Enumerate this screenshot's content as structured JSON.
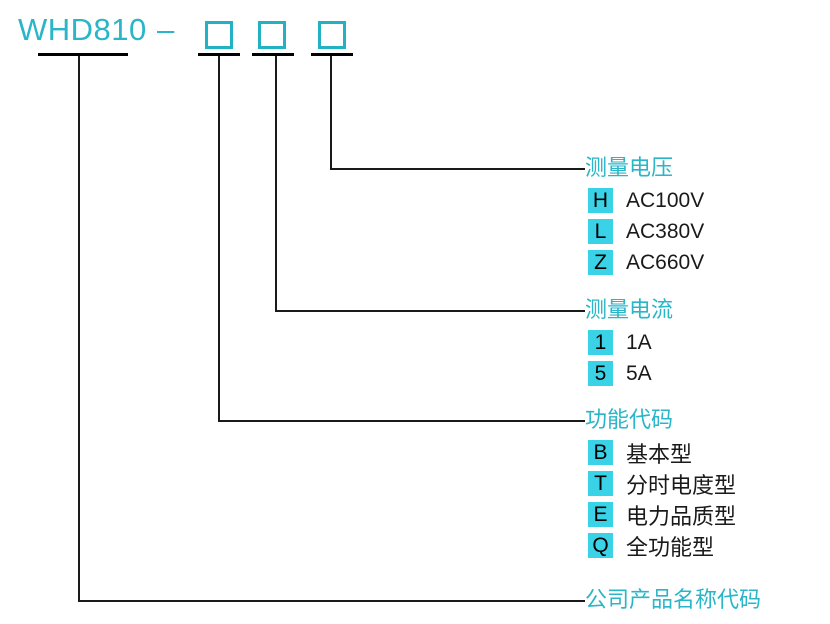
{
  "model": {
    "name": "WHD810",
    "separator": "–",
    "slots": [
      {
        "name": "function-code-slot",
        "value": ""
      },
      {
        "name": "measure-current-slot",
        "value": ""
      },
      {
        "name": "measure-voltage-slot",
        "value": ""
      }
    ]
  },
  "colors": {
    "teal_text": "#29b6c8",
    "box_stroke": "#23b2c4",
    "code_badge": "#3ad2e6",
    "line": "#1a1a1a",
    "bar": "#000000"
  },
  "groups": [
    {
      "id": "measure-voltage",
      "title": "测量电压",
      "rows": [
        {
          "code": "H",
          "desc": "AC100V"
        },
        {
          "code": "L",
          "desc": "AC380V"
        },
        {
          "code": "Z",
          "desc": "AC660V"
        }
      ]
    },
    {
      "id": "measure-current",
      "title": "测量电流",
      "rows": [
        {
          "code": "1",
          "desc": "1A"
        },
        {
          "code": "5",
          "desc": "5A"
        }
      ]
    },
    {
      "id": "function-code",
      "title": "功能代码",
      "rows": [
        {
          "code": "B",
          "desc": "基本型"
        },
        {
          "code": "T",
          "desc": "分时电度型"
        },
        {
          "code": "E",
          "desc": "电力品质型"
        },
        {
          "code": "Q",
          "desc": "全功能型"
        }
      ]
    }
  ],
  "footer": {
    "label": "公司产品名称代码"
  }
}
